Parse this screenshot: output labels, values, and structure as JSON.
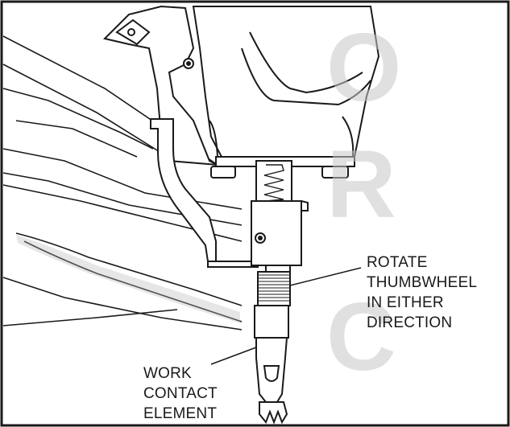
{
  "callouts": {
    "rotate_line1": "ROTATE",
    "rotate_line2": "THUMBWHEEL",
    "rotate_line3": "IN EITHER",
    "rotate_line4": "DIRECTION",
    "work_line1": "WORK",
    "work_line2": "CONTACT",
    "work_line3": "ELEMENT"
  },
  "watermark": {
    "letter1": "O",
    "letter2": "R",
    "letter3": "C",
    "color": "#c8c8c8"
  },
  "colors": {
    "line": "#1a1a1a",
    "fill": "#ffffff",
    "shade": "#9a9a9a"
  }
}
